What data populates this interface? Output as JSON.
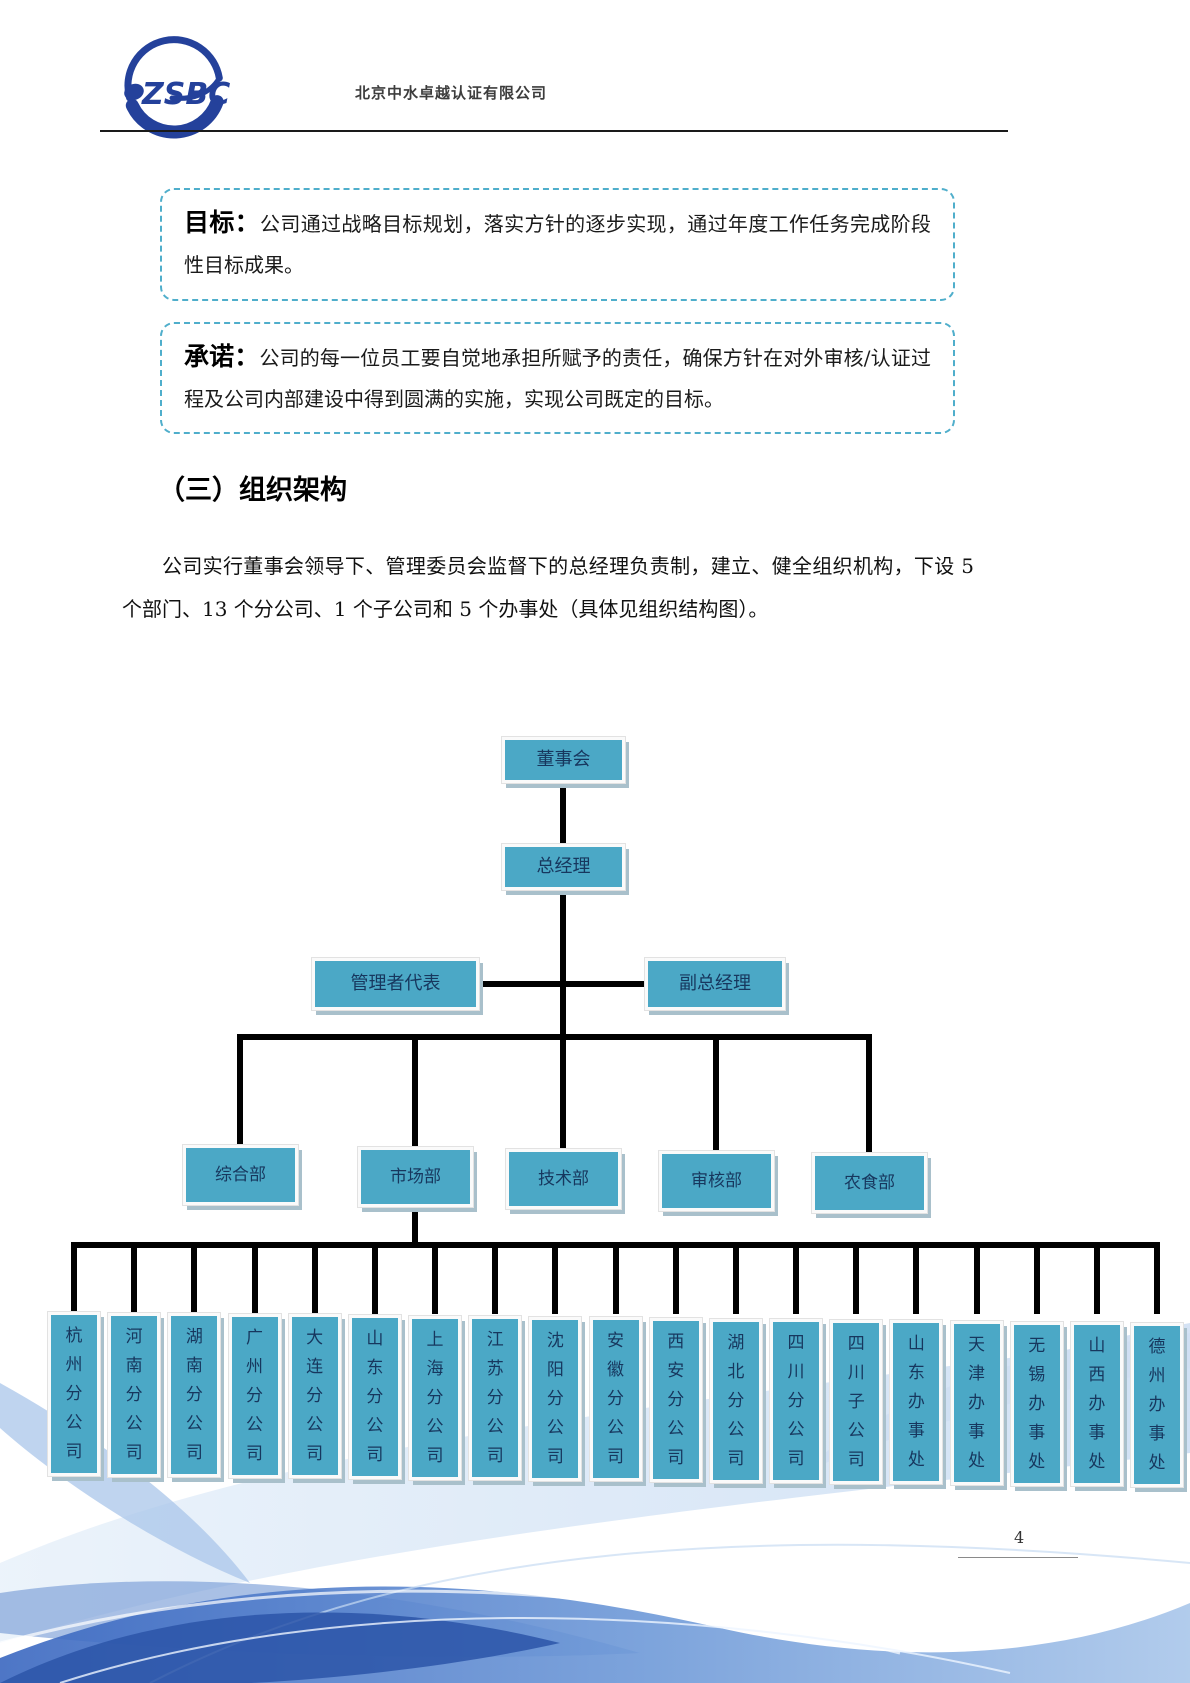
{
  "header": {
    "logo_text": "ZSBC",
    "company_name": "北京中水卓越认证有限公司"
  },
  "callouts": [
    {
      "label": "目标：",
      "text": "公司通过战略目标规划，落实方针的逐步实现，通过年度工作任务完成阶段性目标成果。"
    },
    {
      "label": "承诺：",
      "text": "公司的每一位员工要自觉地承担所赋予的责任，确保方针在对外审核/认证过程及公司内部建设中得到圆满的实施，实现公司既定的目标。"
    }
  ],
  "section": {
    "heading": "（三）组织架构",
    "paragraph": "公司实行董事会领导下、管理委员会监督下的总经理负责制，建立、健全组织机构，下设 5 个部门、13 个分公司、1 个子公司和 5 个办事处（具体见组织结构图）。"
  },
  "org_chart": {
    "level1": "董事会",
    "level2": "总经理",
    "level3": [
      "管理者代表",
      "副总经理"
    ],
    "departments": [
      "综合部",
      "市场部",
      "技术部",
      "审核部",
      "农食部"
    ],
    "branches": [
      "杭州分公司",
      "河南分公司",
      "湖南分公司",
      "广州分公司",
      "大连分公司",
      "山东分公司",
      "上海分公司",
      "江苏分公司",
      "沈阳分公司",
      "安徽分公司",
      "西安分公司",
      "湖北分公司",
      "四川分公司",
      "四川子公司",
      "山东办事处",
      "天津办事处",
      "无锡办事处",
      "山西办事处",
      "德州办事处"
    ]
  },
  "footer": {
    "page_number": "4"
  },
  "colors": {
    "node_fill": "#4BA8C6",
    "node_text": "#17375E",
    "dashed_border": "#4FAECB",
    "logo_blue": "#24419B",
    "connector": "#000000"
  }
}
